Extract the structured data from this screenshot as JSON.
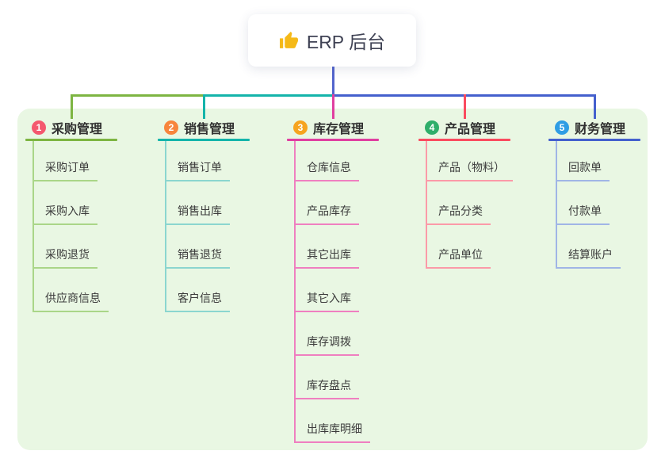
{
  "root": {
    "title": "ERP 后台",
    "icon": "thumbs-up-icon",
    "icon_color": "#f5b917"
  },
  "colors": {
    "canvas_bg": "#ffffff",
    "panel_bg": "#e9f7e3",
    "stem": "#5365cd",
    "root_text": "#3f4254",
    "branch_text": "#303030",
    "child_text": "#3c3c3c"
  },
  "branches": [
    {
      "badge": "1",
      "label": "采购管理",
      "badge_color": "#f4586e",
      "line_color": "#7db542",
      "child_line_color": "#aad688",
      "children": [
        "采购订单",
        "采购入库",
        "采购退货",
        "供应商信息"
      ]
    },
    {
      "badge": "2",
      "label": "销售管理",
      "badge_color": "#f7853c",
      "line_color": "#14b4aa",
      "child_line_color": "#8bd6cf",
      "children": [
        "销售订单",
        "销售出库",
        "销售退货",
        "客户信息"
      ]
    },
    {
      "badge": "3",
      "label": "库存管理",
      "badge_color": "#f6a41f",
      "line_color": "#e03fa0",
      "child_line_color": "#ef7fc0",
      "children": [
        "仓库信息",
        "产品库存",
        "其它出库",
        "其它入库",
        "库存调拨",
        "库存盘点",
        "出库库明细"
      ]
    },
    {
      "badge": "4",
      "label": "产品管理",
      "badge_color": "#2fae6a",
      "line_color": "#fa4b5f",
      "child_line_color": "#fb9aa8",
      "children": [
        "产品（物料）",
        "产品分类",
        "产品单位"
      ]
    },
    {
      "badge": "5",
      "label": "财务管理",
      "badge_color": "#2f9de4",
      "line_color": "#4460cd",
      "child_line_color": "#a0b5e6",
      "children": [
        "回款单",
        "付款单",
        "结算账户"
      ]
    }
  ]
}
